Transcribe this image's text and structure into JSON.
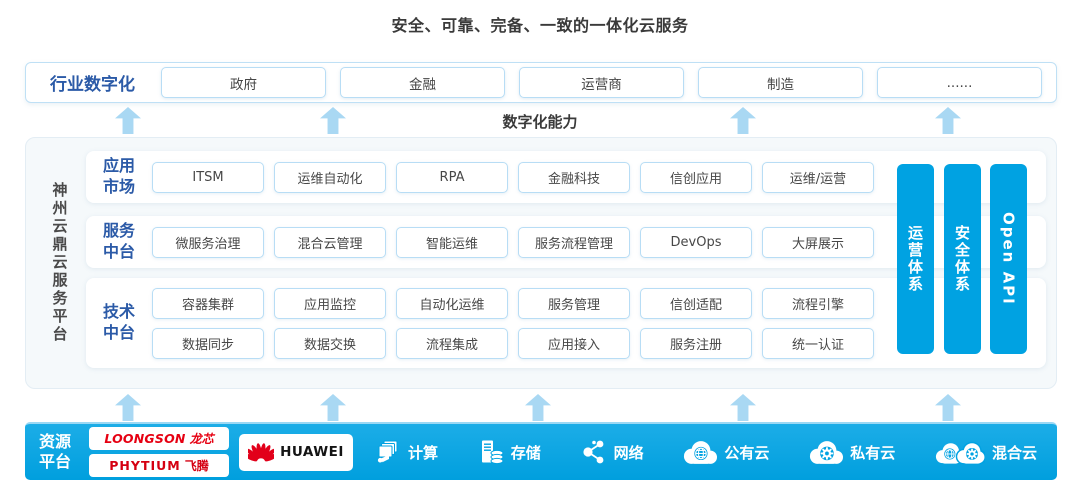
{
  "title": "安全、可靠、完备、一致的一体化云服务",
  "capability_label": "数字化能力",
  "colors": {
    "accent_blue": "#00A2E2",
    "label_blue": "#2B5AA7",
    "arrow_blue": "#A9D8F3",
    "box_border_blue": "#B8DDF5",
    "brand_red": "#E60012",
    "dark_text": "#3D3D3D"
  },
  "industry": {
    "label": "行业数字化",
    "items": [
      "政府",
      "金融",
      "运营商",
      "制造",
      "......"
    ]
  },
  "platform": {
    "name": "神州云鼎云服务平台",
    "app_market": {
      "label": "应用市场",
      "items": [
        "ITSM",
        "运维自动化",
        "RPA",
        "金融科技",
        "信创应用",
        "运维/运营"
      ]
    },
    "service_center": {
      "label": "服务中台",
      "items": [
        "微服务治理",
        "混合云管理",
        "智能运维",
        "服务流程管理",
        "DevOps",
        "大屏展示"
      ]
    },
    "tech_center": {
      "label": "技术中台",
      "items_row1": [
        "容器集群",
        "应用监控",
        "自动化运维",
        "服务管理",
        "信创适配",
        "流程引擎"
      ],
      "items_row2": [
        "数据同步",
        "数据交换",
        "流程集成",
        "应用接入",
        "服务注册",
        "统一认证"
      ]
    },
    "side_bars": [
      "运营体系",
      "安全体系",
      "Open API"
    ]
  },
  "resources": {
    "label": "资源平台",
    "vendors": {
      "loongson": {
        "brand": "LOONGSON",
        "cn": "龙芯"
      },
      "phytium": {
        "brand": "PHYTIUM",
        "cn": "飞腾"
      },
      "huawei": {
        "brand": "HUAWEI"
      }
    },
    "items": [
      {
        "icon": "compute-icon",
        "label": "计算"
      },
      {
        "icon": "storage-icon",
        "label": "存储"
      },
      {
        "icon": "network-icon",
        "label": "网络"
      },
      {
        "icon": "public-cloud-icon",
        "label": "公有云"
      },
      {
        "icon": "private-cloud-icon",
        "label": "私有云"
      },
      {
        "icon": "hybrid-cloud-icon",
        "label": "混合云"
      }
    ]
  }
}
